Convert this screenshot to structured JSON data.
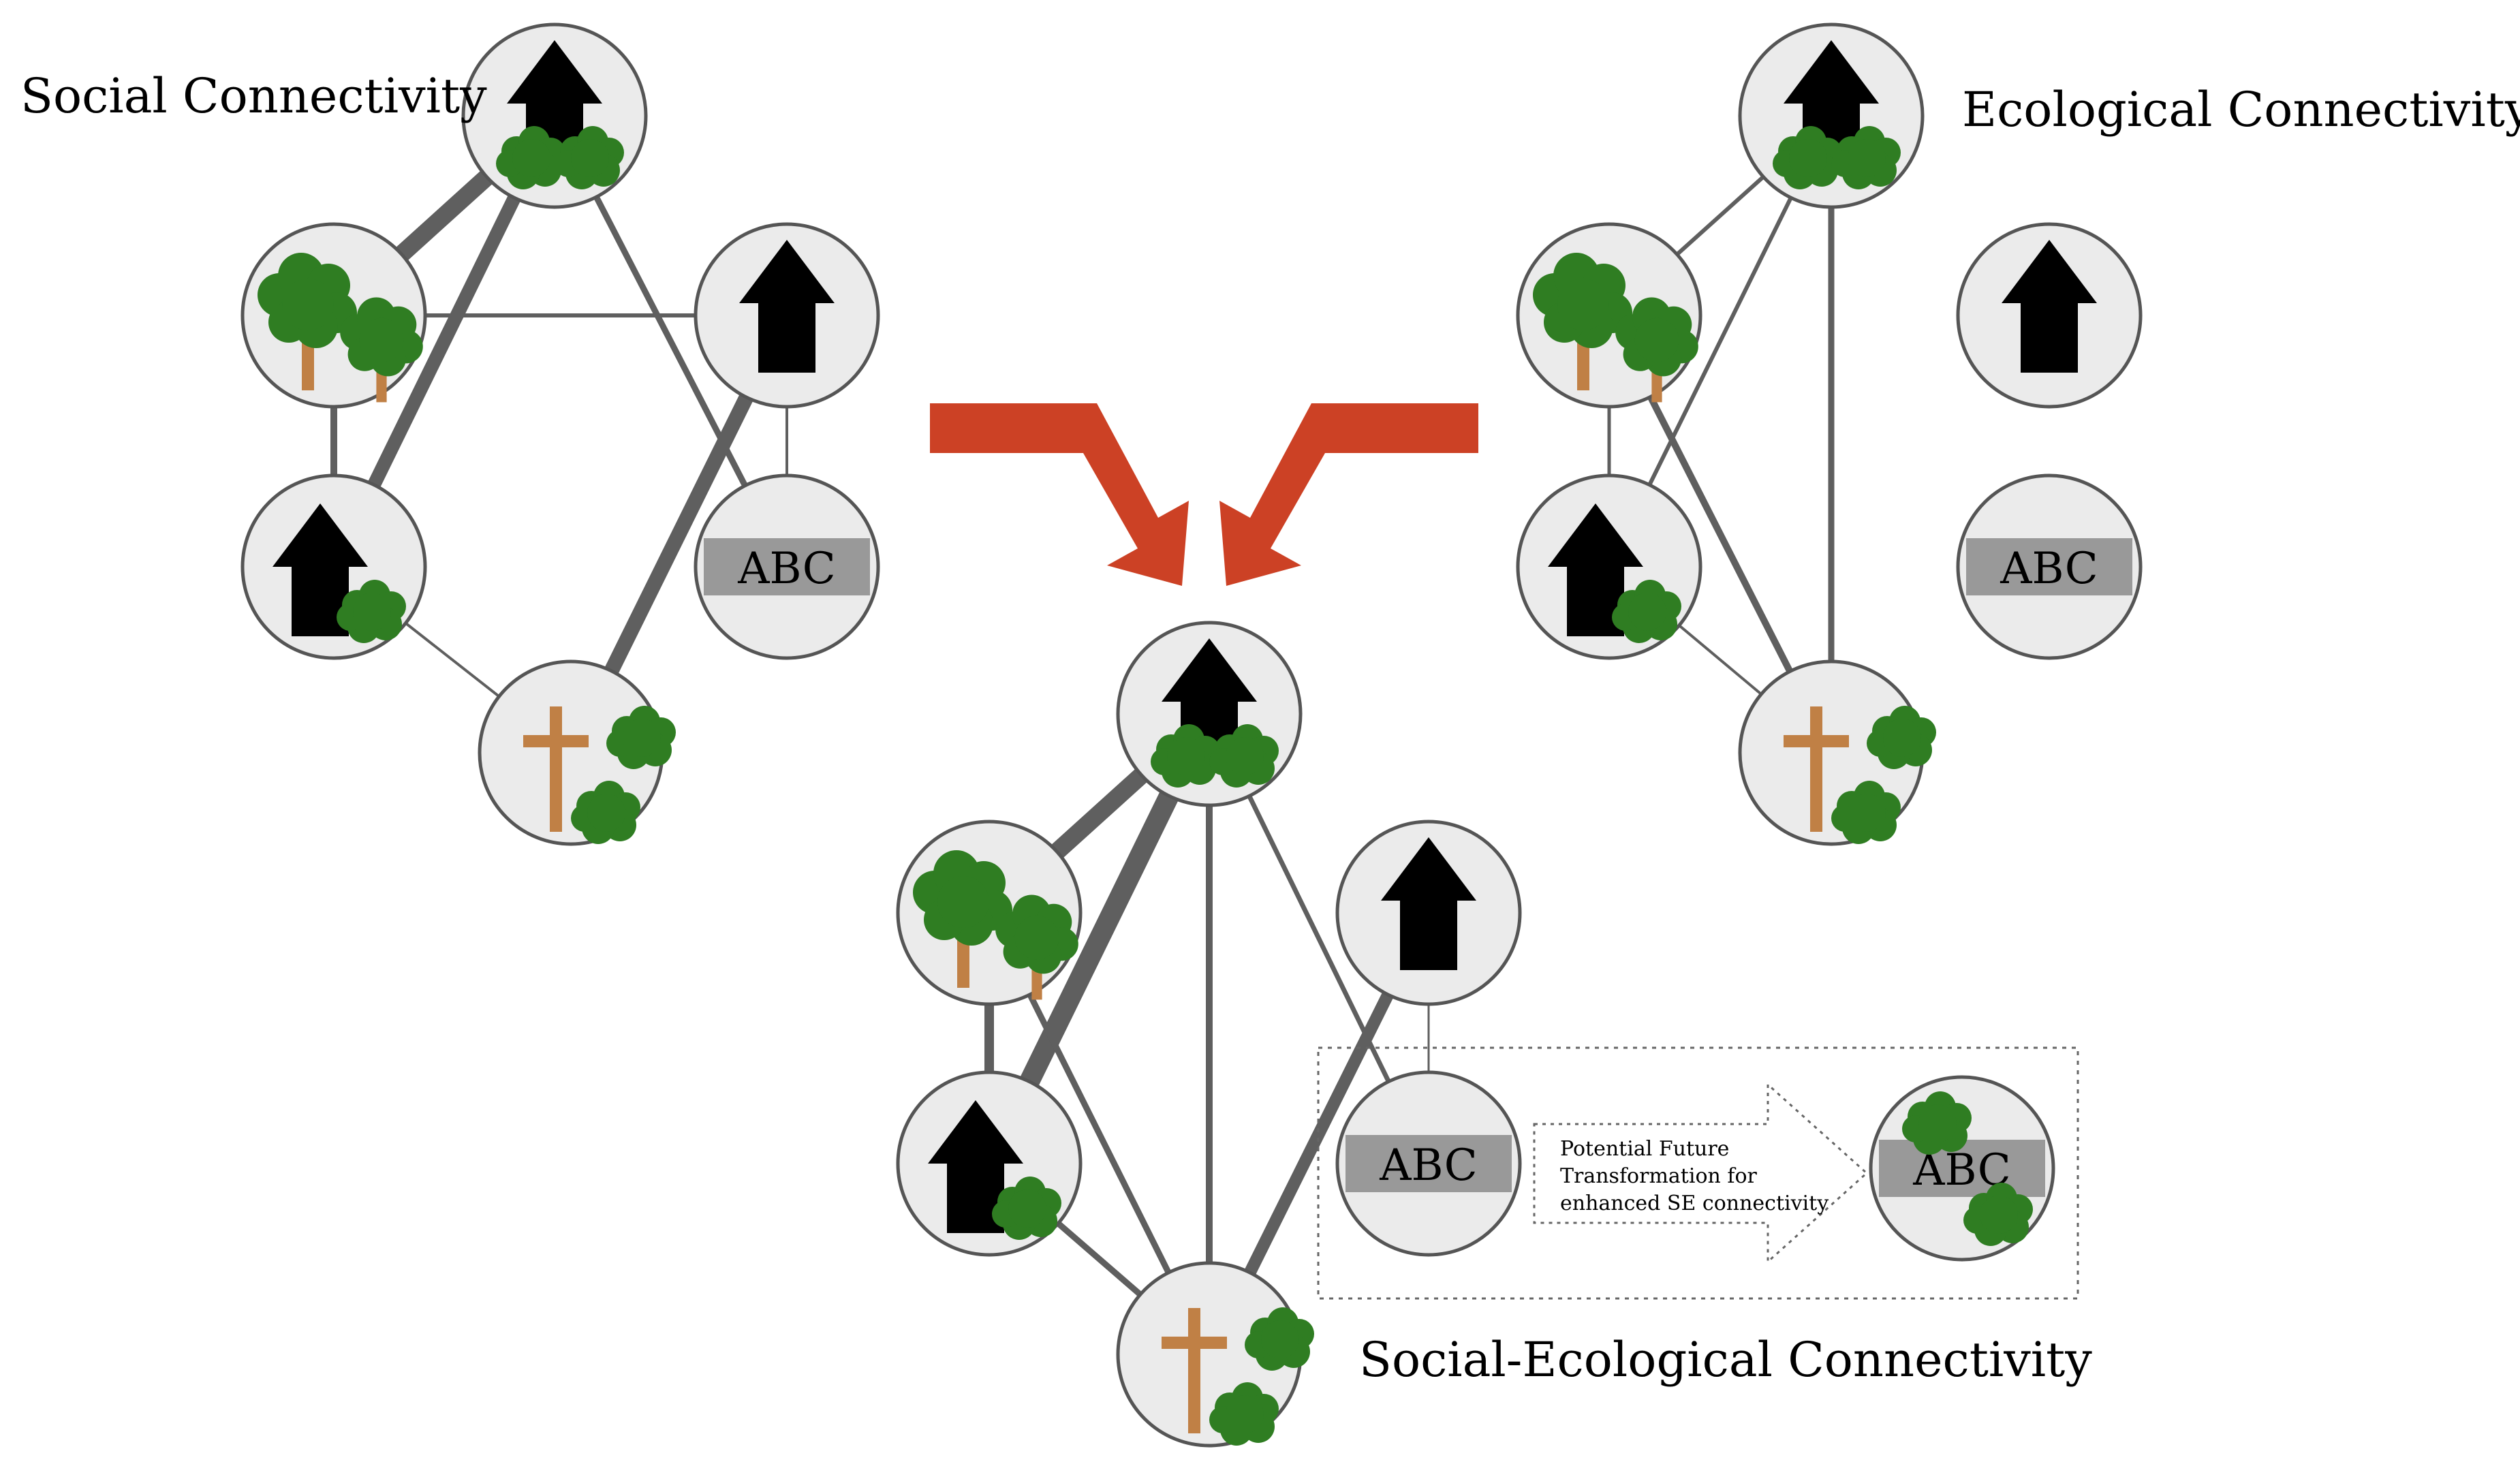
{
  "titles": {
    "social": "Social Connectivity",
    "ecological": "Ecological Connectivity",
    "social_ecological": "Social-Ecological Connectivity"
  },
  "node_label": "ABC",
  "transformation_note": {
    "line1": "Potential Future",
    "line2": "Transformation for",
    "line3": "enhanced SE connectivity"
  },
  "colors": {
    "node_fill": "#ebebeb",
    "node_stroke": "#555555",
    "edge": "#5f5f5f",
    "merge_arrow": "#cc4125",
    "tree_green": "#2f7d22",
    "trunk_brown": "#c08045",
    "house": "#000000",
    "label_box": "#999999"
  }
}
